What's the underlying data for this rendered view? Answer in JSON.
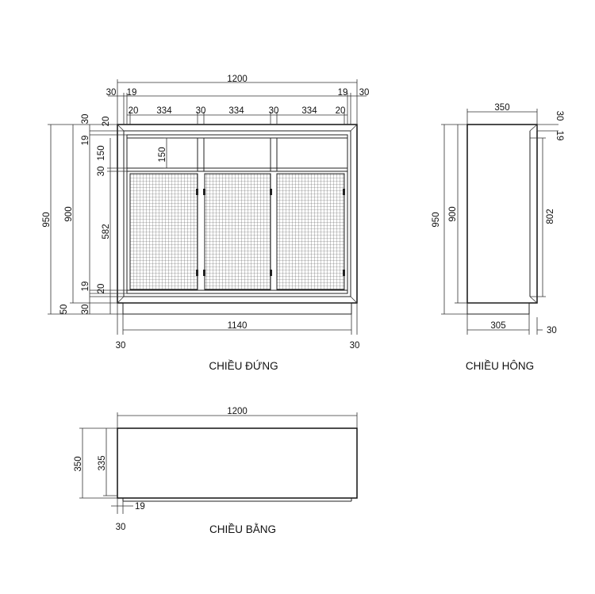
{
  "views": {
    "front": {
      "title": "CHIỀU ĐỨNG"
    },
    "side": {
      "title": "CHIỀU HÔNG"
    },
    "top": {
      "title": "CHIỀU BẰNG"
    }
  },
  "front_dims": {
    "overall_width": "1200",
    "left_frame": "30",
    "left_inner": "19",
    "right_inner": "19",
    "right_frame": "30",
    "left_gap": "20",
    "door_1": "334",
    "divider_1": "30",
    "door_2": "334",
    "divider_2": "30",
    "door_3": "334",
    "right_gap": "20",
    "height_950": "950",
    "height_900": "900",
    "top_30": "30",
    "top_20": "20",
    "top_19": "19",
    "shelf_150": "150",
    "shelf_150_left": "150",
    "rail_30": "30",
    "door_582": "582",
    "bottom_19": "19",
    "bottom_20": "20",
    "base_50": "50",
    "base_30": "30",
    "base_width": "1140",
    "base_left_30": "30",
    "base_right_30": "30"
  },
  "side_dims": {
    "depth": "350",
    "top_30": "30",
    "top_19": "19",
    "height_950": "950",
    "height_900": "900",
    "height_802": "802",
    "base_depth": "305",
    "back_30": "30"
  },
  "top_dims": {
    "width": "1200",
    "depth_350": "350",
    "depth_335": "335",
    "inset_19": "19",
    "offset_30": "30"
  }
}
